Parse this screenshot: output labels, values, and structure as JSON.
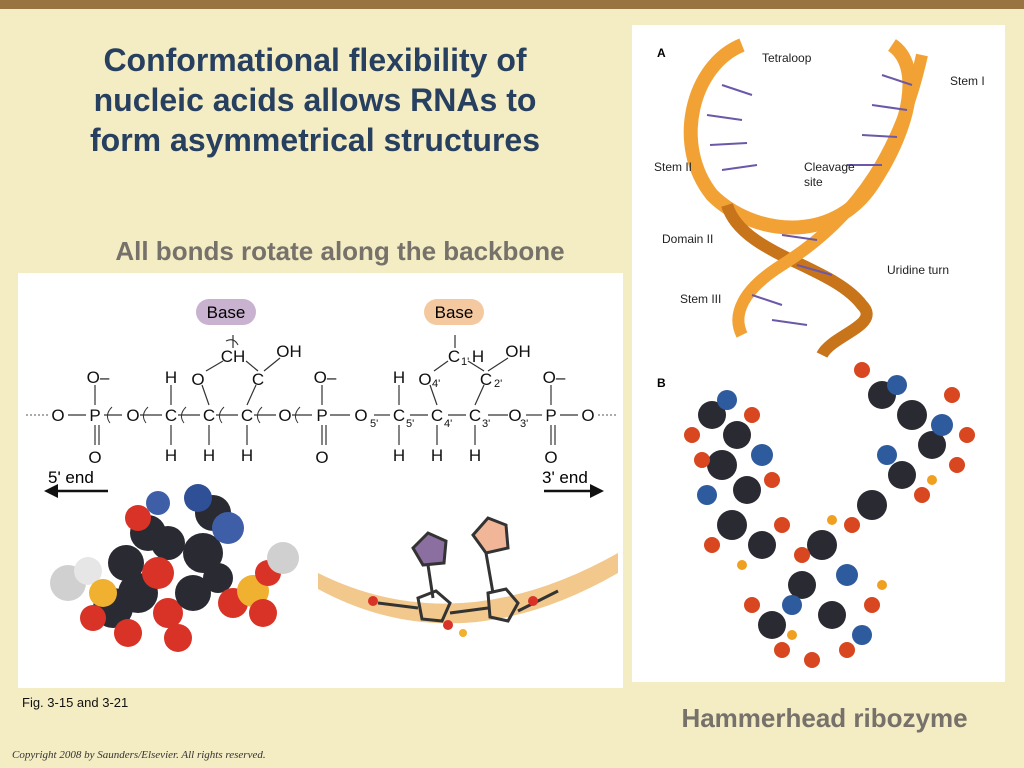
{
  "slide": {
    "title_lines": [
      "Conformational flexibility of",
      "nucleic acids allows RNAs to",
      "form asymmetrical structures"
    ],
    "subtitle": "All bonds rotate along the backbone",
    "fig_caption": "Fig. 3-15 and 3-21",
    "ribozyme_caption": "Hammerhead ribozyme",
    "copyright": "Copyright 2008 by Saunders/Elsevier. All rights reserved."
  },
  "diagram": {
    "base_left": "Base",
    "base_right": "Base",
    "end_left": "5' end",
    "end_right": "3' end",
    "colors": {
      "base_left": "#c9b2cf",
      "base_right": "#f5c9a0",
      "arrow": "#111111"
    }
  },
  "structure": {
    "label_a": "A",
    "label_b": "B",
    "annotations": {
      "tetraloop": "Tetraloop",
      "stem1": "Stem I",
      "stem2": "Stem II",
      "cleavage": "Cleavage",
      "site": "site",
      "domain2": "Domain II",
      "uridine": "Uridine turn",
      "stem3": "Stem III"
    },
    "colors": {
      "ribbon": "#f2a235",
      "ribbon_dark": "#c7741a",
      "base": "#6b58a8"
    }
  }
}
